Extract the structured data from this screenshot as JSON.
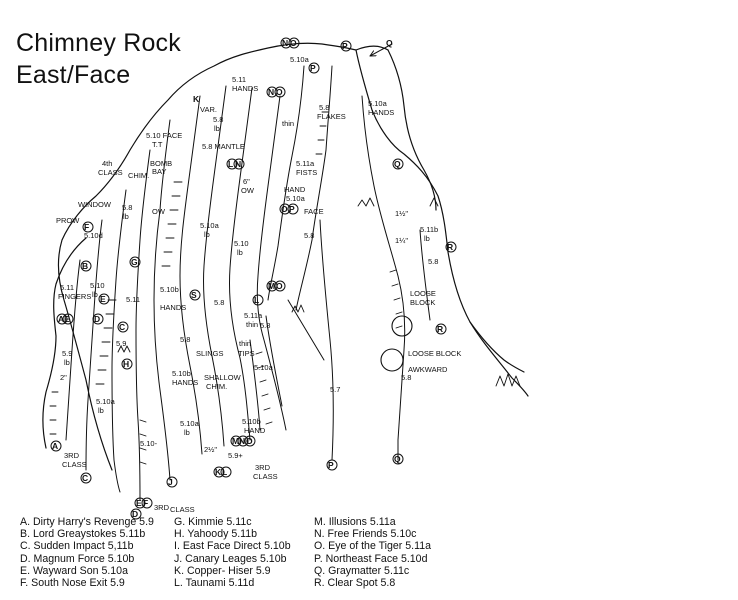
{
  "title_lines": [
    "Chimney Rock",
    "East/Face"
  ],
  "route_markers": {
    "top": [
      "N",
      "O",
      "P"
    ],
    "upper": [
      "P",
      "N",
      "O"
    ],
    "ne_arrow": "Q",
    "k_top": "K",
    "left_face": [
      "L",
      "N"
    ],
    "mid_pair": [
      "O",
      "P"
    ],
    "q_mid": "Q",
    "r": "R",
    "m_pair": [
      "M",
      "O"
    ],
    "l_mid": "L",
    "s_left": "S",
    "r_lower": "R",
    "g": "G",
    "f": "F",
    "b": "B",
    "e": "E",
    "a": "A",
    "e2": "E",
    "d": "D",
    "c": "C",
    "bottom_a": "A",
    "bottom_c": "C",
    "bottom_ef": [
      "E",
      "F"
    ],
    "bottom_d": "D",
    "bottom_j": "J",
    "bottom_kl": [
      "K",
      "L"
    ],
    "bottom_mno": [
      "M",
      "N",
      "O"
    ],
    "bottom_p": "P",
    "bottom_q": "Q",
    "h_mid": "H"
  },
  "route_labels": {
    "g_510a": "5.10a",
    "g_511": "5.11",
    "g_hands": "HANDS",
    "var": "VAR.",
    "var_58": "5.8",
    "var_lb": "lb",
    "face_510": "5.10 FACE",
    "tt": "T.T",
    "mantle": "5.8 MANTLE",
    "thin_top": "thin",
    "fl_58": "5.8",
    "flakes": "FLAKES",
    "f510a_right": "5.10a",
    "hands_right": "HANDS",
    "s511a_a": "5.11a",
    "fists": "FISTS",
    "ow6": "6\"",
    "ow_label": "OW",
    "hand_face": "HAND",
    "s510a_mid": "5.10a",
    "face": "FACE",
    "s511b_right": "5.11b",
    "s511b_lb": "lb",
    "one_half": "1½\"",
    "one_quarter": "1¼\"",
    "r58": "5.8",
    "fourth_class": "4th",
    "class_word": "CLASS",
    "chim": "CHIM.",
    "bomb": "BOMB",
    "bay": "BAY",
    "window": "WINDOW",
    "prow": "PROW",
    "s58_lb": "5.8",
    "lb": "lb",
    "ow": "OW",
    "s510d": "5.10d",
    "s510_mid": "5.10",
    "s510_lb": "lb",
    "s510a_m": "5.10a",
    "s510a_lb": "lb",
    "s511_fingers": "5.11",
    "fingers": "FINGERS",
    "s510_b": "5.10",
    "s510_b_lb": "lb",
    "hands_h": "HANDS",
    "s510b_h": "5.10b",
    "s58_l": "5.8",
    "s511a_l": "5.11a",
    "thin_l": "thin",
    "s58_m": "5.8",
    "s58_n": "5.8",
    "thin_tips": "thin",
    "tips": "TIPS",
    "s510a_tips": "5.10a",
    "s511_hands": "5.11",
    "s59_hands": "5.9",
    "s58_j": "5.8",
    "slings": "SLINGS",
    "s510b_hands": "5.10b",
    "hands_c": "HANDS",
    "shallow_chim": "SHALLOW",
    "chim2": "CHIM.",
    "loose_block_1": "LOOSE",
    "block_1": "BLOCK",
    "loose_block_2": "LOOSE BLOCK",
    "awkward": "AWKWARD",
    "s58_aw": "5.8",
    "s57": "5.7",
    "s59_a": "5.9",
    "s59_lb": "lb",
    "two_in": "2\"",
    "s510a_c": "5.10a",
    "s510a_c_lb": "lb",
    "s510_dash": "5.10-",
    "two_half": "2½\"",
    "s510a_j": "5.10a",
    "s510a_j_lb": "lb",
    "s510b_hand": "5.10b",
    "hand": "HAND",
    "third_class_a": "3RD",
    "class_a": "CLASS",
    "third_class_m": "3RD",
    "class_m": "CLASS",
    "third_class_bot": "3RD",
    "class_bot": "CLASS",
    "s59_k": "5.9+"
  },
  "legend": {
    "col1": [
      "A. Dirty Harry's Revenge 5.9",
      "B. Lord Greaystokes 5.11b",
      "C. Sudden Impact 5,11b",
      "D. Magnum Force 5.10b",
      "E. Wayward Son 5.10a",
      "F. South Nose Exit 5.9"
    ],
    "col2": [
      "G. Kimmie 5.11c",
      "H. Yahoody 5.11b",
      "I.  East Face Direct 5.10b",
      "J. Canary Leages 5.10b",
      "K. Copper- Hiser 5.9",
      "L. Taunami 5.11d"
    ],
    "col3": [
      "M. Illusions 5.11a",
      "N. Free Friends 5.10c",
      "O. Eye of the Tiger 5.11a",
      "P. Northeast Face 5.10d",
      "Q.  Graymatter 5.11c",
      "R. Clear Spot 5.8"
    ]
  }
}
